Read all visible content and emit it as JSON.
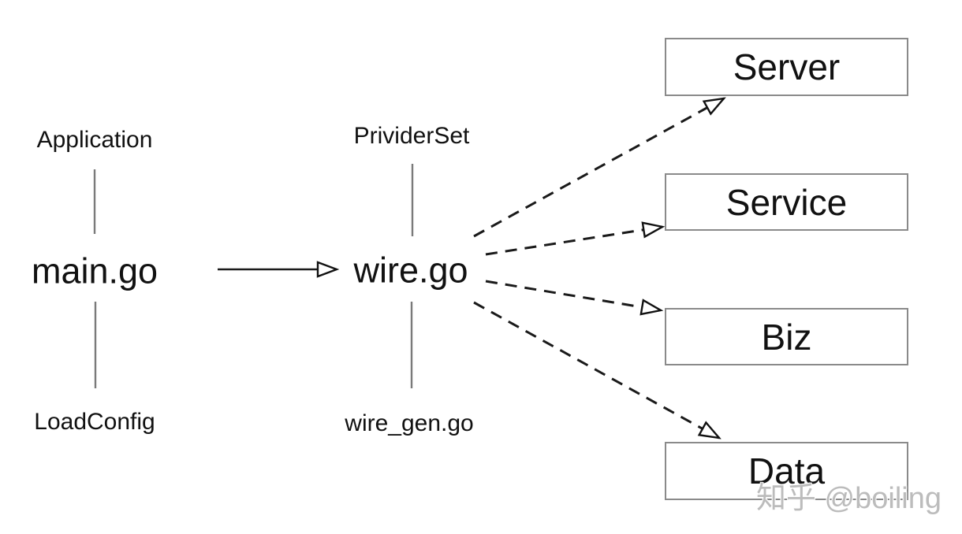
{
  "colors": {
    "text_black": "#111111",
    "line_gray": "#7a7a7a",
    "box_border": "#8a8a8a",
    "arrow_black": "#1a1a1a",
    "watermark_gray": "#bcbcbc"
  },
  "diagram": {
    "left_column": {
      "top_label": "Application",
      "main_node": "main.go",
      "bottom_label": "LoadConfig"
    },
    "middle_column": {
      "top_label": "PrividerSet",
      "main_node": "wire.go",
      "bottom_label": "wire_gen.go"
    },
    "boxes": [
      {
        "label": "Server"
      },
      {
        "label": "Service"
      },
      {
        "label": "Biz"
      },
      {
        "label": "Data"
      }
    ],
    "edges": [
      {
        "from": "main.go",
        "to": "wire.go",
        "style": "solid-open-arrow"
      },
      {
        "from": "wire.go",
        "to": "Server",
        "style": "dashed-open-arrow"
      },
      {
        "from": "wire.go",
        "to": "Service",
        "style": "dashed-open-arrow"
      },
      {
        "from": "wire.go",
        "to": "Biz",
        "style": "dashed-open-arrow"
      },
      {
        "from": "wire.go",
        "to": "Data",
        "style": "dashed-open-arrow"
      }
    ],
    "watermark": "知乎 @boiling"
  }
}
